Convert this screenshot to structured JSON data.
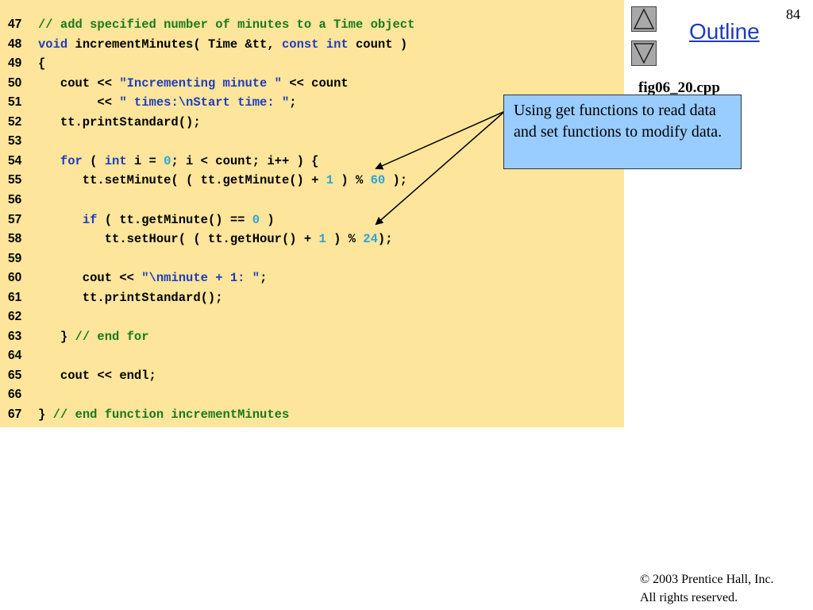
{
  "page_number": "84",
  "outline": {
    "title": "Outline"
  },
  "nav": {
    "prev_icon": "triangle-up-icon",
    "next_icon": "triangle-down-icon",
    "button_color": "#a8a8a8"
  },
  "file_label": "fig06_20.cpp",
  "callout": {
    "text": "Using get functions to read data and set functions to modify data."
  },
  "copyright": {
    "line1": "© 2003 Prentice Hall, Inc.",
    "line2": "All rights reserved."
  },
  "colors": {
    "code_background": "#fde59b",
    "keyword": "#1f3cbd",
    "comment": "#1a7a1a",
    "number": "#2aa5d6",
    "callout_background": "#99ccff"
  },
  "code_lines": [
    {
      "num": "47",
      "tokens": [
        {
          "t": "// add specified number of minutes to a Time object",
          "c": "cm"
        }
      ]
    },
    {
      "num": "48",
      "tokens": [
        {
          "t": "void",
          "c": "kw"
        },
        {
          "t": " incrementMinutes( Time &tt, ",
          "c": "tx"
        },
        {
          "t": "const",
          "c": "kw"
        },
        {
          "t": " ",
          "c": "tx"
        },
        {
          "t": "int",
          "c": "kw"
        },
        {
          "t": " count )",
          "c": "tx"
        }
      ]
    },
    {
      "num": "49",
      "tokens": [
        {
          "t": "{",
          "c": "tx"
        }
      ]
    },
    {
      "num": "50",
      "tokens": [
        {
          "t": "   cout << ",
          "c": "tx"
        },
        {
          "t": "\"Incrementing minute \"",
          "c": "st"
        },
        {
          "t": " << count",
          "c": "tx"
        }
      ]
    },
    {
      "num": "51",
      "tokens": [
        {
          "t": "        << ",
          "c": "tx"
        },
        {
          "t": "\" times:\\nStart time: \"",
          "c": "st"
        },
        {
          "t": ";",
          "c": "tx"
        }
      ]
    },
    {
      "num": "52",
      "tokens": [
        {
          "t": "   tt.printStandard();",
          "c": "tx"
        }
      ]
    },
    {
      "num": "53",
      "tokens": []
    },
    {
      "num": "54",
      "tokens": [
        {
          "t": "   ",
          "c": "tx"
        },
        {
          "t": "for",
          "c": "kw"
        },
        {
          "t": " ( ",
          "c": "tx"
        },
        {
          "t": "int",
          "c": "kw"
        },
        {
          "t": " i = ",
          "c": "tx"
        },
        {
          "t": "0",
          "c": "nm"
        },
        {
          "t": "; i < count; i++ ) {",
          "c": "tx"
        }
      ]
    },
    {
      "num": "55",
      "tokens": [
        {
          "t": "      tt.setMinute( ( tt.getMinute() + ",
          "c": "tx"
        },
        {
          "t": "1",
          "c": "nm"
        },
        {
          "t": " ) % ",
          "c": "tx"
        },
        {
          "t": "60",
          "c": "nm"
        },
        {
          "t": " );",
          "c": "tx"
        }
      ]
    },
    {
      "num": "56",
      "tokens": []
    },
    {
      "num": "57",
      "tokens": [
        {
          "t": "      ",
          "c": "tx"
        },
        {
          "t": "if",
          "c": "kw"
        },
        {
          "t": " ( tt.getMinute() == ",
          "c": "tx"
        },
        {
          "t": "0",
          "c": "nm"
        },
        {
          "t": " )",
          "c": "tx"
        }
      ]
    },
    {
      "num": "58",
      "tokens": [
        {
          "t": "         tt.setHour( ( tt.getHour() + ",
          "c": "tx"
        },
        {
          "t": "1",
          "c": "nm"
        },
        {
          "t": " ) % ",
          "c": "tx"
        },
        {
          "t": "24",
          "c": "nm"
        },
        {
          "t": ");",
          "c": "tx"
        }
      ]
    },
    {
      "num": "59",
      "tokens": []
    },
    {
      "num": "60",
      "tokens": [
        {
          "t": "      cout << ",
          "c": "tx"
        },
        {
          "t": "\"\\nminute + 1: \"",
          "c": "st"
        },
        {
          "t": ";",
          "c": "tx"
        }
      ]
    },
    {
      "num": "61",
      "tokens": [
        {
          "t": "      tt.printStandard();",
          "c": "tx"
        }
      ]
    },
    {
      "num": "62",
      "tokens": []
    },
    {
      "num": "63",
      "tokens": [
        {
          "t": "   } ",
          "c": "tx"
        },
        {
          "t": "// end for",
          "c": "cm"
        }
      ]
    },
    {
      "num": "64",
      "tokens": []
    },
    {
      "num": "65",
      "tokens": [
        {
          "t": "   cout << endl;",
          "c": "tx"
        }
      ]
    },
    {
      "num": "66",
      "tokens": []
    },
    {
      "num": "67",
      "tokens": [
        {
          "t": "} ",
          "c": "tx"
        },
        {
          "t": "// end function incrementMinutes",
          "c": "cm"
        }
      ]
    }
  ]
}
